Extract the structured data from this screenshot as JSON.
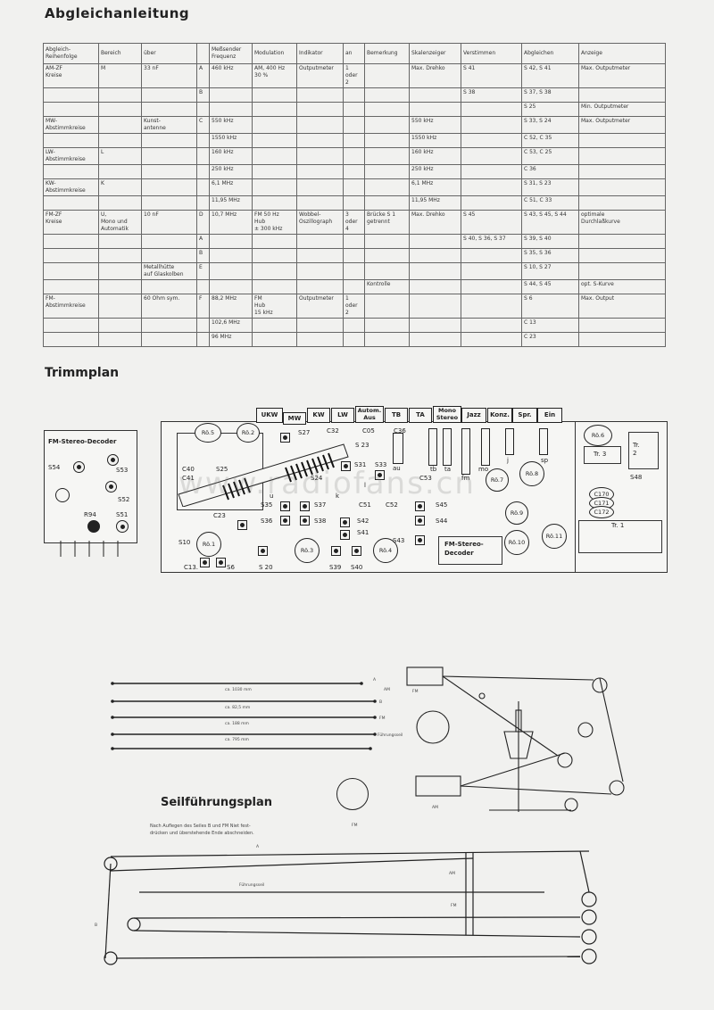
{
  "titles": {
    "abgleich": "Abgleichanleitung",
    "trimm": "Trimmplan",
    "seil": "Seilführungsplan"
  },
  "table": {
    "headers": [
      "Abgleich-\nReihenfolge",
      "Bereich",
      "über",
      "",
      "Meßsender\nFrequenz",
      "Modulation",
      "Indikator",
      "an",
      "Bemerkung",
      "Skalenzeiger",
      "Verstimmen",
      "Abgleichen",
      "Anzeige"
    ],
    "rows": [
      [
        "AM-ZF\nKreise",
        "M",
        "33 nF",
        "A",
        "460 kHz",
        "AM, 400 Hz\n30 %",
        "Outputmeter",
        "1\noder\n2",
        "",
        "Max. Drehko",
        "S 41",
        "S 42, S 41",
        "Max. Outputmeter"
      ],
      [
        "",
        "",
        "",
        "B",
        "",
        "",
        "",
        "",
        "",
        "",
        "S 38",
        "S 37, S 38",
        ""
      ],
      [
        "",
        "",
        "",
        "",
        "",
        "",
        "",
        "",
        "",
        "",
        "",
        "S 25",
        "Min. Outputmeter"
      ],
      [
        "MW-\nAbstimmkreise",
        "",
        "Kunst-\nantenne",
        "C",
        "550 kHz",
        "",
        "",
        "",
        "",
        "550 kHz",
        "",
        "S 33, S 24",
        "Max. Outputmeter"
      ],
      [
        "",
        "",
        "",
        "",
        "1550 kHz",
        "",
        "",
        "",
        "",
        "1550 kHz",
        "",
        "C 52, C 35",
        ""
      ],
      [
        "LW-\nAbstimmkreise",
        "L",
        "",
        "",
        "160 kHz",
        "",
        "",
        "",
        "",
        "160 kHz",
        "",
        "C 53, C 25",
        ""
      ],
      [
        "",
        "",
        "",
        "",
        "250 kHz",
        "",
        "",
        "",
        "",
        "250 kHz",
        "",
        "C 36",
        ""
      ],
      [
        "KW-\nAbstimmkreise",
        "K",
        "",
        "",
        "6,1 MHz",
        "",
        "",
        "",
        "",
        "6,1 MHz",
        "",
        "S 31, S 23",
        ""
      ],
      [
        "",
        "",
        "",
        "",
        "11,95 MHz",
        "",
        "",
        "",
        "",
        "11,95 MHz",
        "",
        "C 51, C 33",
        ""
      ],
      [
        "FM-ZF\nKreise",
        "U,\nMono und\nAutomatik",
        "10 nF",
        "D",
        "10,7 MHz",
        "FM 50 Hz\nHub\n± 300 kHz",
        "Wobbel-\nOszillograph",
        "3\noder\n4",
        "Brücke S 1\ngetrennt",
        "Max. Drehko",
        "S 45",
        "S 43, S 45, S 44",
        "optimale\nDurchlaßkurve"
      ],
      [
        "",
        "",
        "",
        "A",
        "",
        "",
        "",
        "",
        "",
        "",
        "S 40, S 36, S 37",
        "S 39, S 40",
        ""
      ],
      [
        "",
        "",
        "",
        "B",
        "",
        "",
        "",
        "",
        "",
        "",
        "",
        "S 35, S 36",
        ""
      ],
      [
        "",
        "",
        "Metallhütte\nauf Glaskolben",
        "E",
        "",
        "",
        "",
        "",
        "",
        "",
        "",
        "S 10, S 27",
        ""
      ],
      [
        "",
        "",
        "",
        "",
        "",
        "",
        "",
        "",
        "Kontrolle",
        "",
        "",
        "S 44, S 45",
        "opt. S-Kurve"
      ],
      [
        "FM-\nAbstimmkreise",
        "",
        "60 Ohm sym.",
        "F",
        "88,2 MHz",
        "FM\nHub\n15 kHz",
        "Outputmeter",
        "1\noder\n2",
        "",
        "",
        "",
        "S 6",
        "Max. Output"
      ],
      [
        "",
        "",
        "",
        "",
        "102,6 MHz",
        "",
        "",
        "",
        "",
        "",
        "",
        "C 13",
        ""
      ],
      [
        "",
        "",
        "",
        "",
        "96 MHz",
        "",
        "",
        "",
        "",
        "",
        "",
        "C 23",
        ""
      ]
    ]
  },
  "trimm": {
    "decoder_title": "FM-Stereo-Decoder",
    "decoder_labels": [
      "S54",
      "S53",
      "S52",
      "R94",
      "S51"
    ],
    "buttons": [
      "UKW",
      "MW",
      "KW",
      "LW",
      "Autom.\nAus",
      "TB",
      "TA",
      "Mono\nStereo",
      "Jazz",
      "Konz.",
      "Spr.",
      "Ein"
    ],
    "board_labels": {
      "s27": "S27",
      "c32": "C32",
      "s23": "S 23",
      "c36": "C36",
      "c40": "C40",
      "c41": "C41",
      "s25": "S25",
      "s24": "S24",
      "s31": "S31",
      "s33": "S33",
      "au": "au",
      "tb": "tb",
      "ta": "ta",
      "fm": "fm",
      "mo": "mo",
      "j": "j",
      "sp": "sp",
      "c53": "C53",
      "c23": "C23",
      "s35": "S35",
      "s37": "S37",
      "s36": "S36",
      "s38": "S38",
      "c51": "C51",
      "c52": "C52",
      "s45": "S45",
      "s44": "S44",
      "s42": "S42",
      "s41": "S41",
      "s43": "S43",
      "s10": "S10",
      "c13": "C13.",
      "s6": "S6",
      "s20": "S 20",
      "s39": "S39",
      "s40": "S40",
      "u": "u",
      "k": "k",
      "l": "l",
      "c05": "C05",
      "decoder": "FM-Stereo-\nDecoder",
      "s48": "S48",
      "c170": "C170",
      "c171": "C171",
      "c172": "C172",
      "tr1": "Tr. 1",
      "tr2": "Tr.\n2",
      "tr3": "Tr. 3"
    },
    "tubes": [
      "Rö.5",
      "Rö.2",
      "Rö.7",
      "Rö.8",
      "Rö.9",
      "Rö.10",
      "Rö.11",
      "Rö.6",
      "Rö.1",
      "Rö.3",
      "Rö.4"
    ],
    "watermark": "www.radiofans.cn"
  },
  "seil": {
    "rope_labels": [
      "ca. 1030 mm",
      "ca. 82,5 mm",
      "ca. 188 mm",
      "ca. 795 mm"
    ],
    "rope_tags": [
      "A",
      "AM",
      "B",
      "FM",
      "Führungsseil"
    ],
    "note": "Nach Auflegen des Seiles B und FM Niet fest-\ndrücken und überstehende Ende abschneiden.",
    "lower_labels": [
      "A",
      "AM",
      "Führungsseil",
      "FM",
      "B"
    ],
    "drum_labels": [
      "FM",
      "AM",
      "FM"
    ]
  }
}
